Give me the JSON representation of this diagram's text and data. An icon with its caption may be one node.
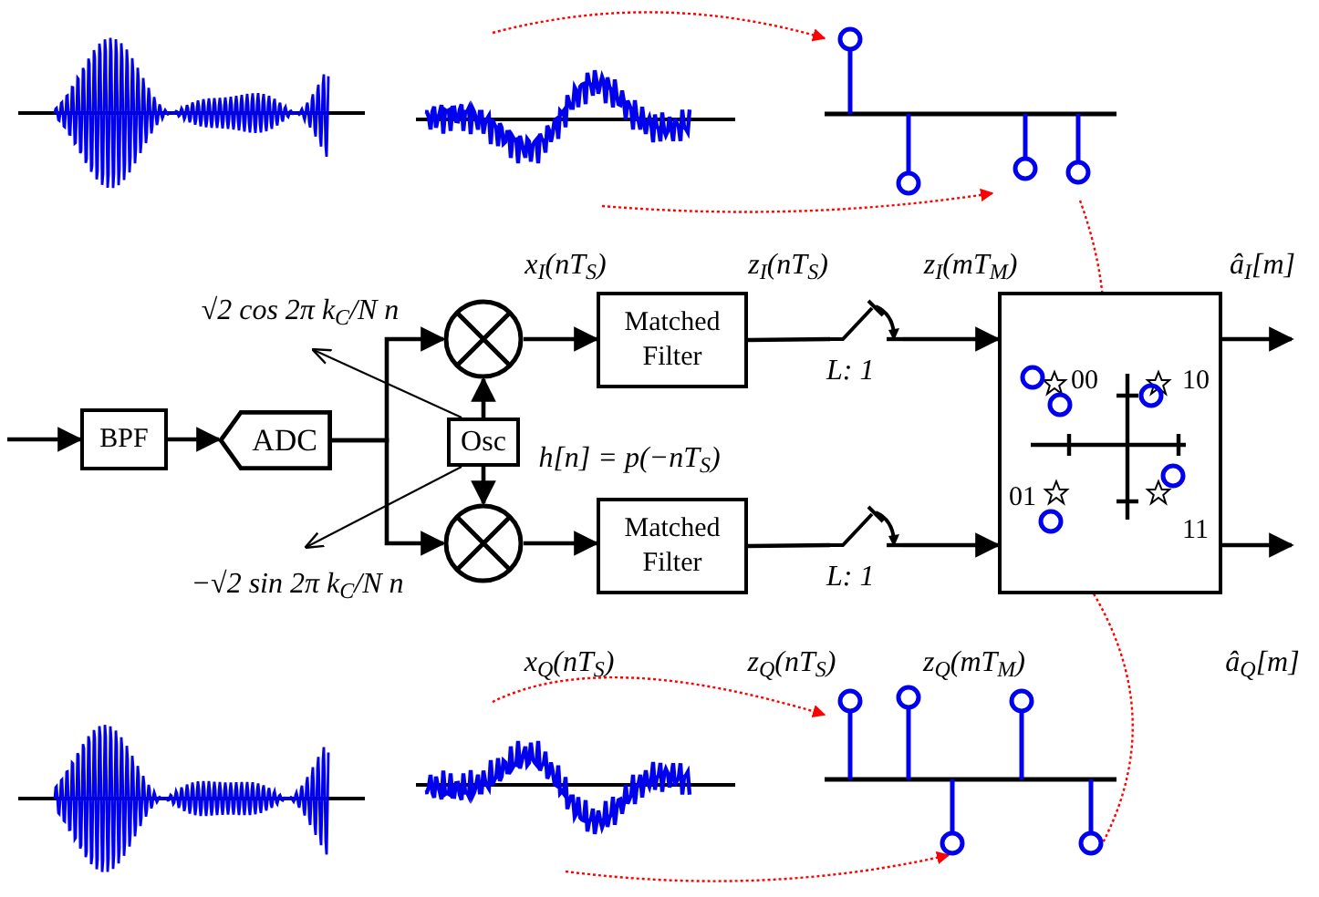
{
  "diagram": {
    "nodes": [
      {
        "text": [],
        "shape": "picture"
      },
      {
        "text": [],
        "shape": "picture"
      },
      {
        "text": [],
        "shape": "picture"
      },
      {
        "text": [
          "√2 cos 2π k$_{C}$/N n"
        ]
      },
      {
        "text": [
          "BPF"
        ]
      },
      {
        "text": [
          "ADC"
        ]
      },
      {
        "text": [],
        "shape": "circle"
      },
      {
        "text": [
          "Osc"
        ]
      },
      {
        "text": [],
        "shape": "circle"
      },
      {
        "text": [
          "Matched Filter"
        ]
      },
      {
        "text": [
          "Matched Filter"
        ]
      },
      {
        "text": [],
        "shape": "switch",
        "beside": [
          "L: 1"
        ]
      },
      {
        "text": [],
        "shape": "switch",
        "beside": [
          "L: 1"
        ]
      },
      {
        "text": [
          "00",
          "10",
          "01",
          "11"
        ]
      },
      {
        "text": [
          "−√2 sin 2π k$_{C}$/N n"
        ]
      },
      {
        "text": [],
        "shape": "picture"
      },
      {
        "text": [],
        "shape": "picture"
      },
      {
        "text": [],
        "shape": "picture"
      },
      {
        "text": [],
        "shape": "circle",
        "in": 13
      }
    ],
    "edges": [
      {
        "from": null,
        "to": 4,
        "arrow": "to"
      },
      {
        "from": 4,
        "to": 5,
        "arrow": "to"
      },
      {
        "from": 5,
        "to": 6,
        "arrow": "to"
      },
      {
        "from": 5,
        "to": 8,
        "arrow": "to"
      },
      {
        "from": 7,
        "to": 6,
        "arrow": "to"
      },
      {
        "from": 7,
        "to": 8,
        "arrow": "to"
      },
      {
        "from": 6,
        "to": 9,
        "arrow": "to"
      },
      {
        "from": 8,
        "to": 10,
        "arrow": "to"
      },
      {
        "from": 9,
        "to": 11,
        "arrow": "none"
      },
      {
        "from": 10,
        "to": 12,
        "arrow": "none"
      },
      {
        "from": 11,
        "to": 13,
        "arrow": "to"
      },
      {
        "from": 12,
        "to": 13,
        "arrow": "to"
      },
      {
        "from": 13,
        "to": null,
        "arrow": "to"
      },
      {
        "from": 13,
        "to": null,
        "arrow": "to"
      },
      {
        "from": 7,
        "to": 3,
        "arrow": "to"
      },
      {
        "from": 7,
        "to": 14,
        "arrow": "to"
      },
      {
        "from": 1,
        "to": 2,
        "arrow": "to",
        "style": "dashed",
        "color": "#ff0000"
      },
      {
        "from": 1,
        "to": 2,
        "arrow": "to",
        "style": "dashed",
        "color": "#ff0000"
      },
      {
        "from": 2,
        "to": 18,
        "arrow": "to",
        "style": "dashed",
        "color": "#ff0000"
      },
      {
        "from": 16,
        "to": 17,
        "arrow": "to",
        "style": "dashed",
        "color": "#ff0000"
      },
      {
        "from": 16,
        "to": 17,
        "arrow": "to",
        "style": "dashed",
        "color": "#ff0000"
      },
      {
        "from": 17,
        "to": 18,
        "arrow": "to",
        "style": "dashed",
        "color": "#ff0000"
      }
    ],
    "labels": [
      "x$_{I}$(nT$_{S}$)",
      "z$_{I}$(nT$_{S}$)",
      "z$_{I}$(mT$_{M}$)",
      "â$_{I}$[m]",
      "h[n] = p(−nT$_{S}$)",
      "x$_{Q}$(nT$_{S}$)",
      "z$_{Q}$(nT$_{S}$)",
      "z$_{Q}$(mT$_{M}$)",
      "â$_{Q}$[m]"
    ]
  }
}
